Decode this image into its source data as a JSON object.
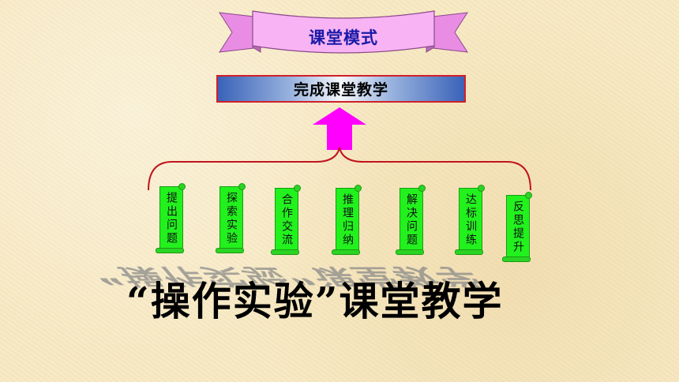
{
  "banner": {
    "label": "课堂模式"
  },
  "main_box": {
    "label": "完成课堂教学"
  },
  "steps": [
    {
      "label": "提出问题"
    },
    {
      "label": "探索实验"
    },
    {
      "label": "合作交流"
    },
    {
      "label": "推理归纳"
    },
    {
      "label": "解决问题"
    },
    {
      "label": "达标训练"
    },
    {
      "label": "反思提升"
    }
  ],
  "big_title": "“操作实验”课堂教学",
  "colors": {
    "ribbon": "#f6a0f0",
    "ribbon_text": "#1a1aa8",
    "box_border": "#d0202a",
    "arrow": "#ff00ff",
    "bracket": "#c0141e",
    "scroll": "#22f11e"
  }
}
